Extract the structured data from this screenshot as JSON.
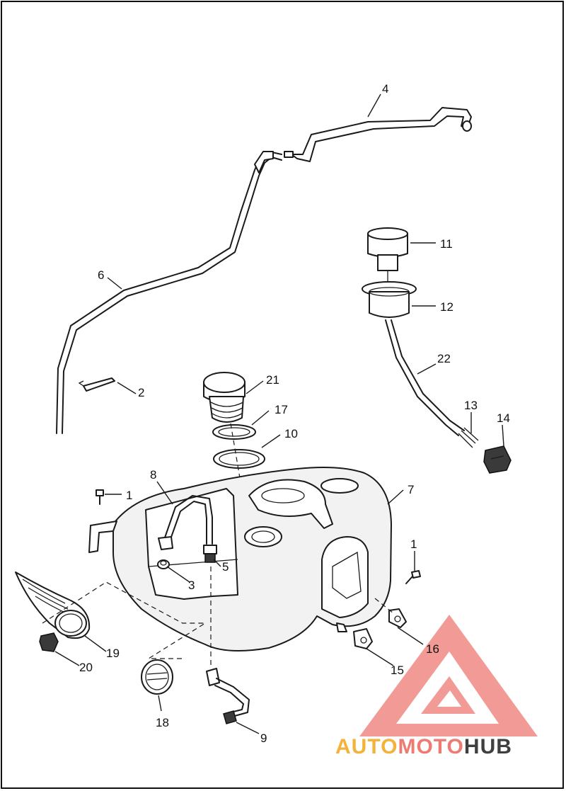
{
  "diagram": {
    "callouts": [
      {
        "id": "1",
        "text": "1"
      },
      {
        "id": "1b",
        "text": "1"
      },
      {
        "id": "2",
        "text": "2"
      },
      {
        "id": "3",
        "text": "3"
      },
      {
        "id": "4",
        "text": "4"
      },
      {
        "id": "5",
        "text": "5"
      },
      {
        "id": "6",
        "text": "6"
      },
      {
        "id": "7",
        "text": "7"
      },
      {
        "id": "8",
        "text": "8"
      },
      {
        "id": "9",
        "text": "9"
      },
      {
        "id": "10",
        "text": "10"
      },
      {
        "id": "11",
        "text": "11"
      },
      {
        "id": "12",
        "text": "12"
      },
      {
        "id": "13",
        "text": "13"
      },
      {
        "id": "14",
        "text": "14"
      },
      {
        "id": "15",
        "text": "15"
      },
      {
        "id": "16",
        "text": "16"
      },
      {
        "id": "17",
        "text": "17"
      },
      {
        "id": "18",
        "text": "18"
      },
      {
        "id": "19",
        "text": "19"
      },
      {
        "id": "20",
        "text": "20"
      },
      {
        "id": "21",
        "text": "21"
      },
      {
        "id": "22",
        "text": "22"
      }
    ]
  },
  "watermark": {
    "part1": "AUTO",
    "part2": "MOTO",
    "part3": "HUB",
    "colors": {
      "auto": "#f5b23a",
      "moto": "#ee7b72",
      "hub": "#3f3f3f",
      "logo": "#f08a84"
    }
  }
}
